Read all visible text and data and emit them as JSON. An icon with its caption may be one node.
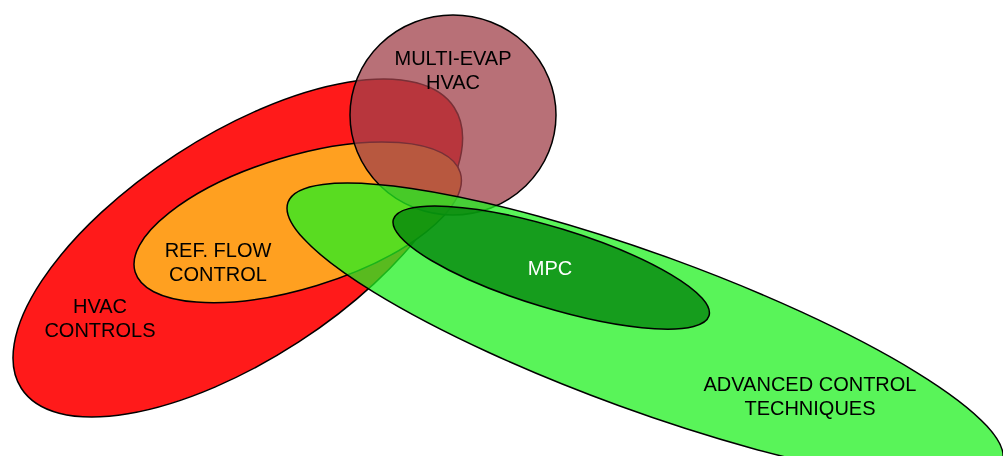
{
  "diagram": {
    "nodes": [
      {
        "text": [
          "MULTI-EVAP HVAC"
        ]
      },
      {
        "text": [
          "HVAC CONTROLS"
        ]
      },
      {
        "text": [
          "REF. FLOW CONTROL"
        ],
        "in": 1
      },
      {
        "text": [
          "MPC"
        ],
        "in": 4
      },
      {
        "text": [
          "ADVANCED CONTROL TECHNIQUES"
        ]
      }
    ]
  }
}
